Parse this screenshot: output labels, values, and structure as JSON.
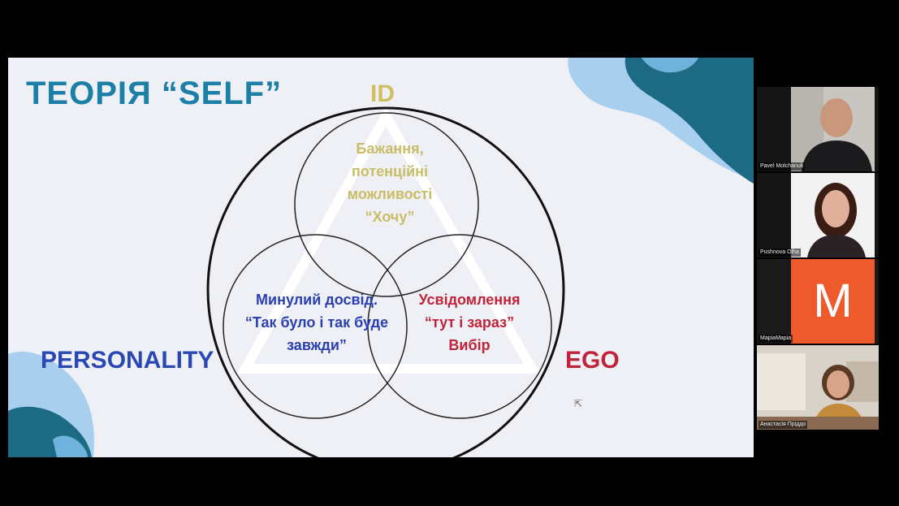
{
  "slide": {
    "title": "ТЕОРІЯ “SELF”",
    "label_id": "ID",
    "label_personality": "PERSONALITY",
    "label_ego": "EGO",
    "id_text": [
      "Бажання,",
      "потенційні",
      "можливості",
      "“Хочу”"
    ],
    "personality_text": [
      "Минулий досвід.",
      "“Так було і так буде",
      "завжди”"
    ],
    "ego_text": [
      "Усвідомлення",
      "“тут і зараз”",
      "Вибір"
    ],
    "colors": {
      "title": "#1c7fa6",
      "id": "#cdbf62",
      "personality": "#2a48b4",
      "ego": "#c0243a"
    }
  },
  "participants": [
    {
      "name": "Pavel Molchanuk"
    },
    {
      "name": "Pushnova Olha"
    },
    {
      "name": "MapiaMapia",
      "initial": "M"
    },
    {
      "name": "Анастасія Пріддо"
    }
  ]
}
